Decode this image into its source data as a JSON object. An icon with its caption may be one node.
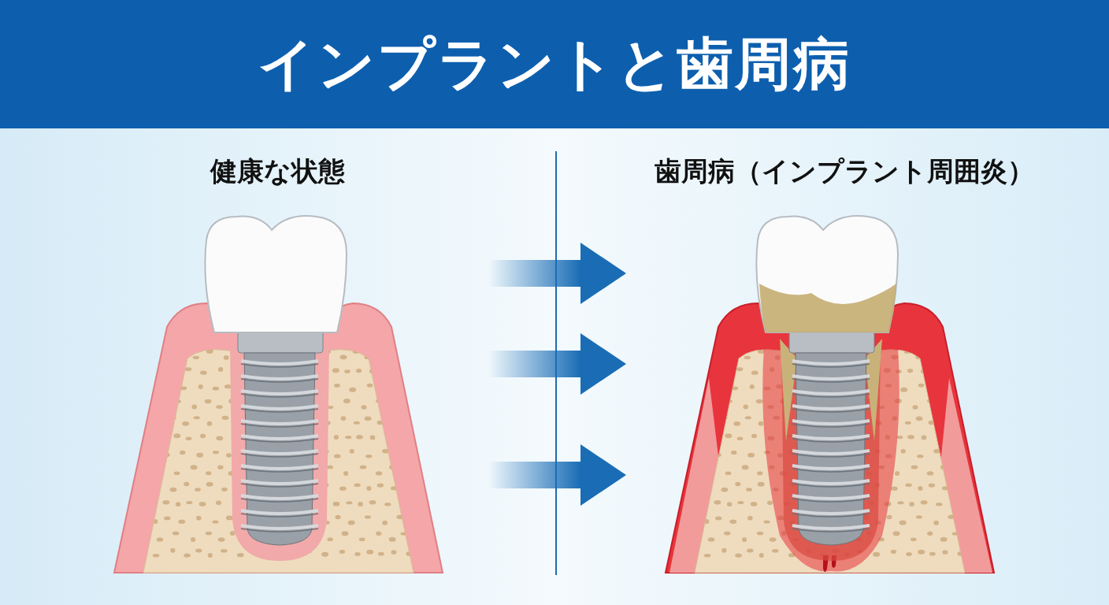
{
  "diagram": {
    "title": "インプラントと歯周病",
    "nodes": [
      {
        "text": [
          "健康な状態"
        ]
      },
      {
        "text": [
          "歯周病（インプラント周囲炎）"
        ]
      }
    ],
    "edges": [
      {
        "from": 0,
        "to": 1,
        "arrow": "to"
      },
      {
        "from": 0,
        "to": 1,
        "arrow": "to"
      },
      {
        "from": 0,
        "to": 1,
        "arrow": "to"
      }
    ]
  }
}
